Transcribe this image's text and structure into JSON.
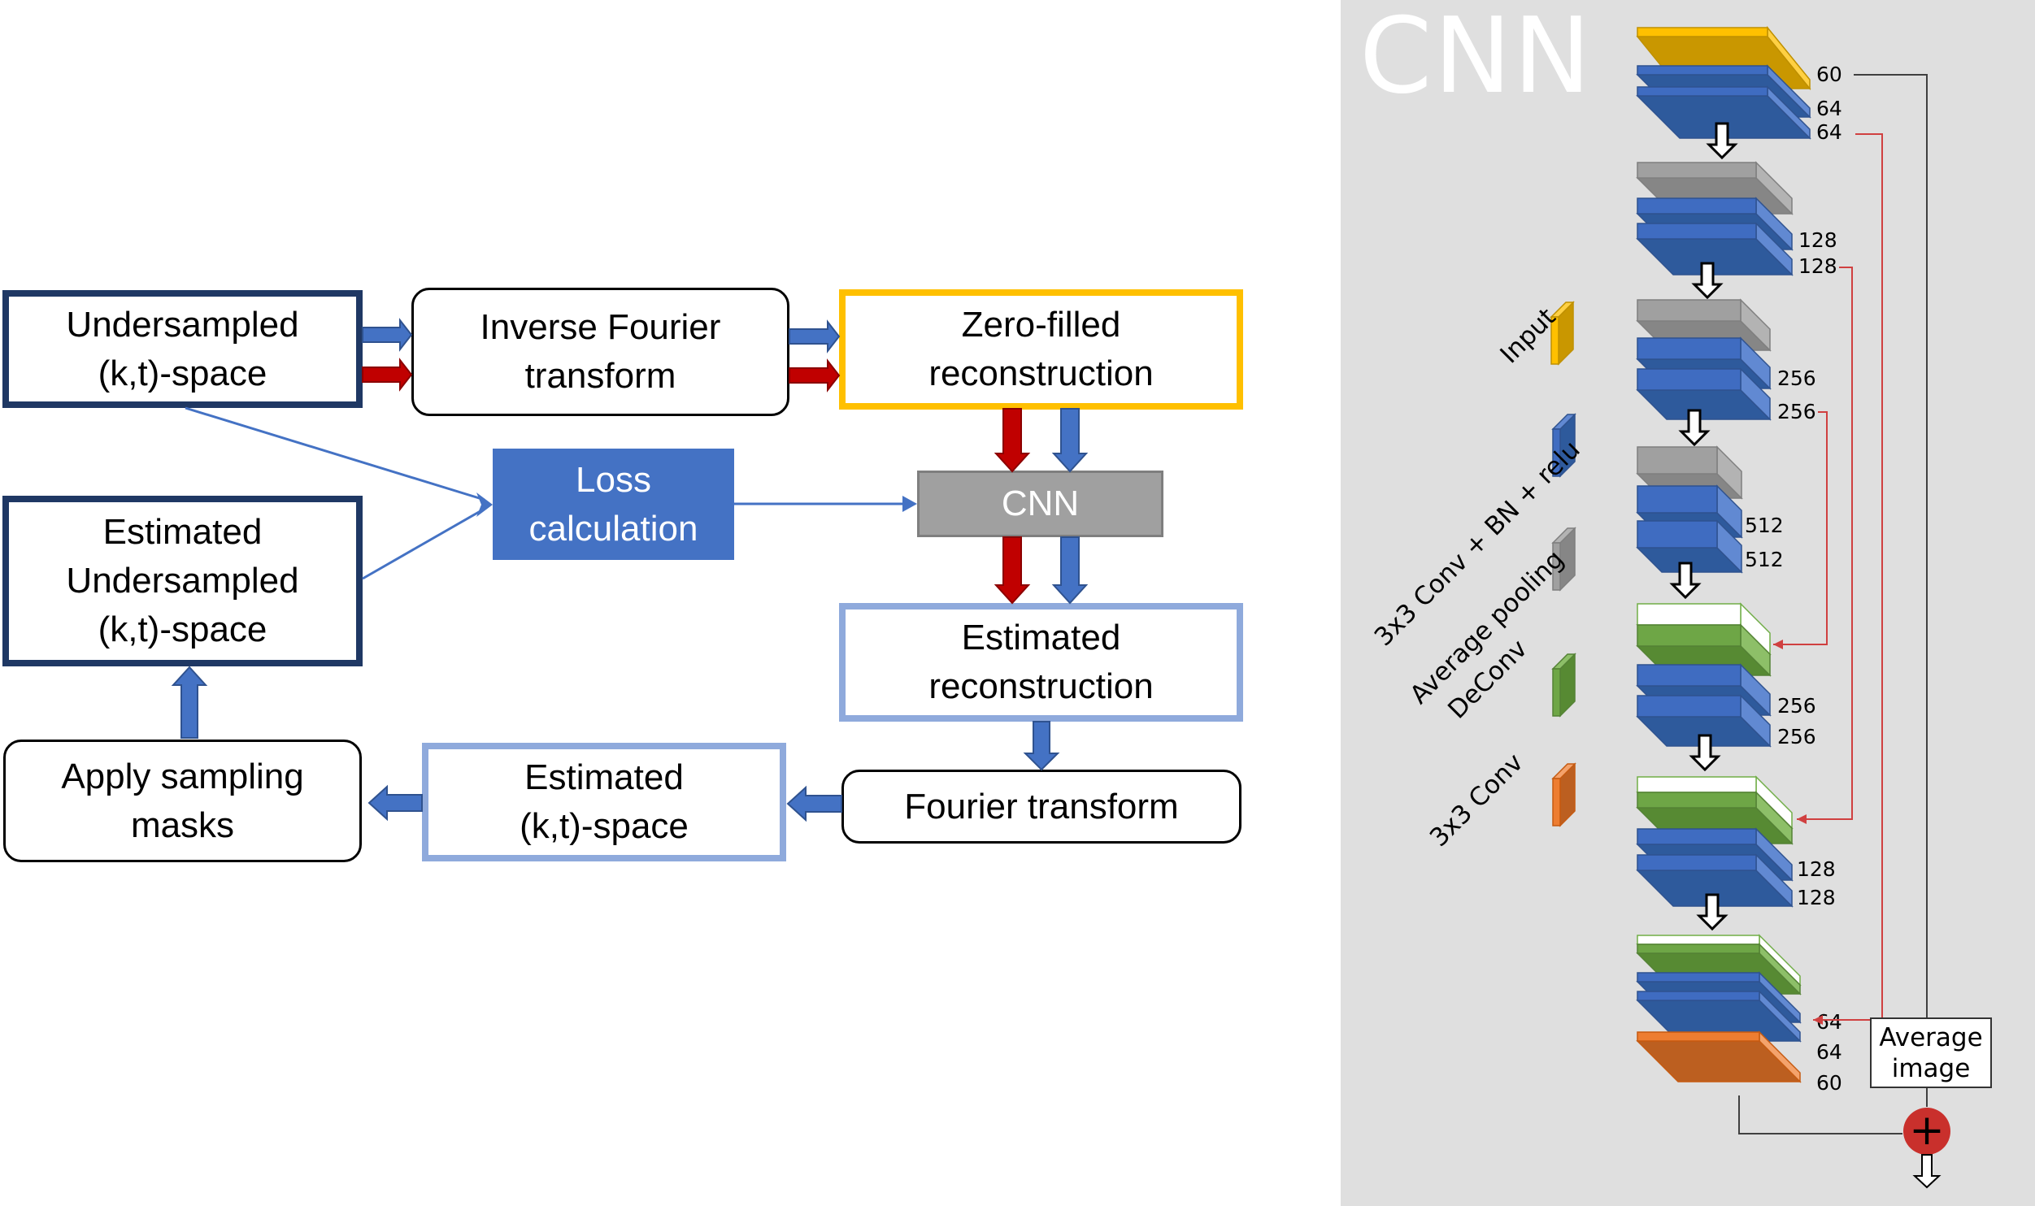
{
  "pipeline": {
    "undersampled_kt": "Undersampled\n(k,t)-space",
    "inverse_fourier": "Inverse Fourier\ntransform",
    "zero_filled": "Zero-filled\nreconstruction",
    "loss": "Loss\ncalculation",
    "cnn": "CNN",
    "estimated_undersampled_kt": "Estimated\nUndersampled\n(k,t)-space",
    "estimated_reconstruction": "Estimated\nreconstruction",
    "fourier_transform": "Fourier transform",
    "estimated_kt": "Estimated\n(k,t)-space",
    "apply_sampling_masks": "Apply sampling\nmasks"
  },
  "cnn_panel": {
    "title": "CNN",
    "legend": [
      {
        "label": "Input",
        "type": "input"
      },
      {
        "label": "3x3 Conv + BN + relu",
        "type": "conv_bn_relu"
      },
      {
        "label": "Average pooling",
        "type": "pool"
      },
      {
        "label": "DeConv",
        "type": "deconv"
      },
      {
        "label": "3x3 Conv",
        "type": "conv"
      }
    ],
    "channels": {
      "block1": [
        "60",
        "64",
        "64"
      ],
      "block2": [
        "128",
        "128"
      ],
      "block3": [
        "256",
        "256"
      ],
      "block4": [
        "512",
        "512"
      ],
      "block5": [
        "256",
        "256"
      ],
      "block6": [
        "128",
        "128"
      ],
      "block7": [
        "64",
        "64",
        "60"
      ]
    },
    "average_image": "Average\nimage",
    "sum_symbol": "+"
  },
  "colors": {
    "dark_navy": "#1f3864",
    "accent_blue": "#4472c4",
    "red_arrow": "#c00000",
    "yellow": "#ffc000",
    "light_blue": "#8faadc",
    "panel_gray": "#dfdfdf",
    "sum_red": "#c9302c"
  }
}
